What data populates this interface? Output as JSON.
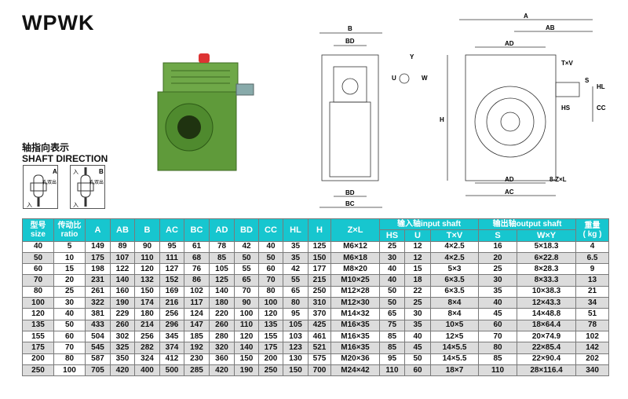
{
  "title": "WPWK",
  "shaft_direction": {
    "cn": "轴指向表示",
    "en": "SHAFT DIRECTION",
    "a": {
      "label": "A",
      "note": "孔双出",
      "input": "入"
    },
    "b": {
      "label": "B",
      "note": "孔双出",
      "input_top": "入",
      "input_bottom": "入"
    }
  },
  "drawing_labels": {
    "B": "B",
    "BD": "BD",
    "BC": "BC",
    "Y": "Y",
    "W": "W",
    "U": "U",
    "A": "A",
    "AB": "AB",
    "AD": "AD",
    "AC": "AC",
    "H": "H",
    "TXV": "T×V",
    "HS": "HS",
    "HL": "HL",
    "CC": "CC",
    "ZXL": "8-Z×L",
    "S": "S"
  },
  "table": {
    "headers": {
      "size_cn": "型号",
      "size_en": "size",
      "ratio_cn": "传动比",
      "ratio_en": "ratio",
      "cols": [
        "A",
        "AB",
        "B",
        "AC",
        "BC",
        "AD",
        "BD",
        "CC",
        "HL",
        "H",
        "Z×L"
      ],
      "input_group": "输入轴input shaft",
      "input_cols": [
        "HS",
        "U",
        "T×V"
      ],
      "output_group": "输出轴output shaft",
      "output_cols": [
        "S",
        "W×Y"
      ],
      "weight_cn": "重量",
      "weight_en": "( kg )"
    },
    "rows": [
      [
        "40",
        "5",
        "149",
        "89",
        "90",
        "95",
        "61",
        "78",
        "42",
        "40",
        "35",
        "125",
        "M6×12",
        "25",
        "12",
        "4×2.5",
        "16",
        "5×18.3",
        "4"
      ],
      [
        "50",
        "10",
        "175",
        "107",
        "110",
        "111",
        "68",
        "85",
        "50",
        "50",
        "35",
        "150",
        "M6×18",
        "30",
        "12",
        "4×2.5",
        "20",
        "6×22.8",
        "6.5"
      ],
      [
        "60",
        "15",
        "198",
        "122",
        "120",
        "127",
        "76",
        "105",
        "55",
        "60",
        "42",
        "177",
        "M8×20",
        "40",
        "15",
        "5×3",
        "25",
        "8×28.3",
        "9"
      ],
      [
        "70",
        "20",
        "231",
        "140",
        "132",
        "152",
        "86",
        "125",
        "65",
        "70",
        "55",
        "215",
        "M10×25",
        "40",
        "18",
        "6×3.5",
        "30",
        "8×33.3",
        "13"
      ],
      [
        "80",
        "25",
        "261",
        "160",
        "150",
        "169",
        "102",
        "140",
        "70",
        "80",
        "65",
        "250",
        "M12×28",
        "50",
        "22",
        "6×3.5",
        "35",
        "10×38.3",
        "21"
      ],
      [
        "100",
        "30",
        "322",
        "190",
        "174",
        "216",
        "117",
        "180",
        "90",
        "100",
        "80",
        "310",
        "M12×30",
        "50",
        "25",
        "8×4",
        "40",
        "12×43.3",
        "34"
      ],
      [
        "120",
        "40",
        "381",
        "229",
        "180",
        "256",
        "124",
        "220",
        "100",
        "120",
        "95",
        "370",
        "M14×32",
        "65",
        "30",
        "8×4",
        "45",
        "14×48.8",
        "51"
      ],
      [
        "135",
        "50",
        "433",
        "260",
        "214",
        "296",
        "147",
        "260",
        "110",
        "135",
        "105",
        "425",
        "M16×35",
        "75",
        "35",
        "10×5",
        "60",
        "18×64.4",
        "78"
      ],
      [
        "155",
        "60",
        "504",
        "302",
        "256",
        "345",
        "185",
        "280",
        "120",
        "155",
        "103",
        "461",
        "M16×35",
        "85",
        "40",
        "12×5",
        "70",
        "20×74.9",
        "102"
      ],
      [
        "175",
        "70",
        "545",
        "325",
        "282",
        "374",
        "192",
        "320",
        "140",
        "175",
        "123",
        "521",
        "M16×35",
        "85",
        "45",
        "14×5.5",
        "80",
        "22×85.4",
        "142"
      ],
      [
        "200",
        "80",
        "587",
        "350",
        "324",
        "412",
        "230",
        "360",
        "150",
        "200",
        "130",
        "575",
        "M20×36",
        "95",
        "50",
        "14×5.5",
        "85",
        "22×90.4",
        "202"
      ],
      [
        "250",
        "100",
        "705",
        "420",
        "400",
        "500",
        "285",
        "420",
        "190",
        "250",
        "150",
        "700",
        "M24×42",
        "110",
        "60",
        "18×7",
        "110",
        "28×116.4",
        "340"
      ]
    ]
  },
  "colors": {
    "header": "#17c6cf",
    "gearbox": "#5f9a3a",
    "alt_row": "#dcdcdc"
  }
}
